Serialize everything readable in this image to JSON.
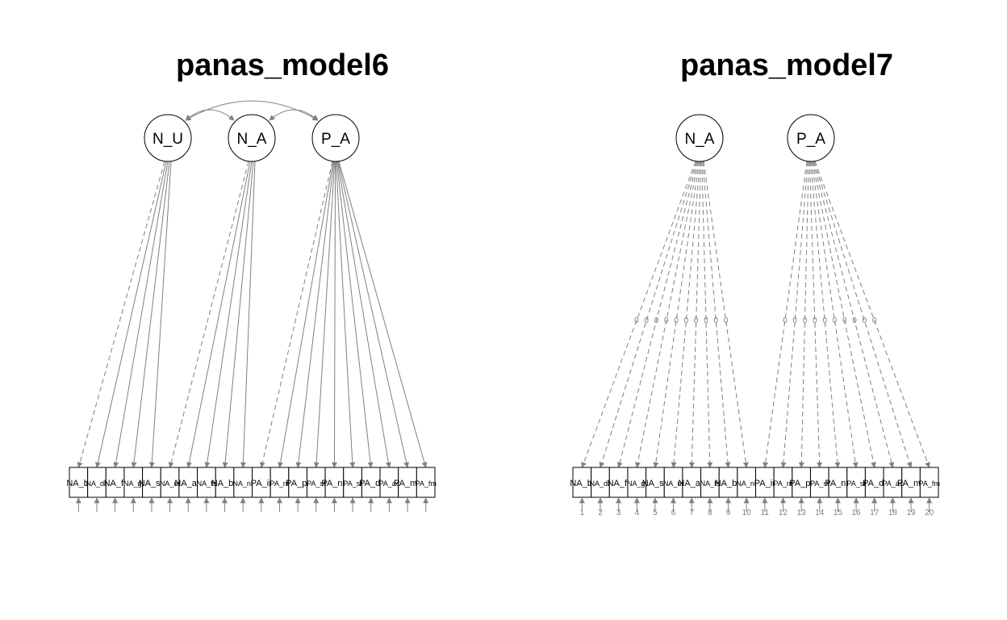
{
  "panels": [
    {
      "title": "panas_model6",
      "latents": [
        "N_U",
        "N_A",
        "P_A"
      ],
      "covariances": [
        [
          "N_U",
          "N_A"
        ],
        [
          "N_A",
          "P_A"
        ],
        [
          "N_U",
          "P_A"
        ]
      ],
      "indicators": [
        {
          "label": "NA_bl",
          "factor": "N_U"
        },
        {
          "label": "NA_ds",
          "factor": "N_U"
        },
        {
          "label": "NA_fr",
          "factor": "N_U"
        },
        {
          "label": "NA_gl",
          "factor": "N_U"
        },
        {
          "label": "NA_ss",
          "factor": "N_U"
        },
        {
          "label": "NA_ur",
          "factor": "N_A"
        },
        {
          "label": "NA_ab",
          "factor": "N_A"
        },
        {
          "label": "NA_fs",
          "factor": "N_A"
        },
        {
          "label": "NA_bh",
          "factor": "N_A"
        },
        {
          "label": "NA_nr",
          "factor": "N_A"
        },
        {
          "label": "PA_ir",
          "factor": "P_A"
        },
        {
          "label": "PA_nt",
          "factor": "P_A"
        },
        {
          "label": "PA_pr",
          "factor": "P_A"
        },
        {
          "label": "PA_st",
          "factor": "P_A"
        },
        {
          "label": "PA_nh",
          "factor": "P_A"
        },
        {
          "label": "PA_st",
          "factor": "P_A"
        },
        {
          "label": "PA_dt",
          "factor": "P_A"
        },
        {
          "label": "PA_ac",
          "factor": "P_A"
        },
        {
          "label": "PA_nw",
          "factor": "P_A"
        },
        {
          "label": "PA_fm",
          "factor": "P_A"
        }
      ],
      "edge_labels": []
    },
    {
      "title": "panas_model7",
      "latents": [
        "N_A",
        "P_A"
      ],
      "covariances": [],
      "indicators": [
        {
          "label": "NA_bl",
          "factor": "N_A"
        },
        {
          "label": "NA_ds",
          "factor": "N_A"
        },
        {
          "label": "NA_fr",
          "factor": "N_A"
        },
        {
          "label": "NA_gl",
          "factor": "N_A"
        },
        {
          "label": "NA_ss",
          "factor": "N_A"
        },
        {
          "label": "NA_ur",
          "factor": "N_A"
        },
        {
          "label": "NA_ab",
          "factor": "N_A"
        },
        {
          "label": "NA_fs",
          "factor": "N_A"
        },
        {
          "label": "NA_bh",
          "factor": "N_A"
        },
        {
          "label": "NA_nr",
          "factor": "N_A"
        },
        {
          "label": "PA_ir",
          "factor": "P_A"
        },
        {
          "label": "PA_nt",
          "factor": "P_A"
        },
        {
          "label": "PA_pr",
          "factor": "P_A"
        },
        {
          "label": "PA_st",
          "factor": "P_A"
        },
        {
          "label": "PA_nh",
          "factor": "P_A"
        },
        {
          "label": "PA_st",
          "factor": "P_A"
        },
        {
          "label": "PA_dt",
          "factor": "P_A"
        },
        {
          "label": "PA_ac",
          "factor": "P_A"
        },
        {
          "label": "PA_nw",
          "factor": "P_A"
        },
        {
          "label": "PA_fm",
          "factor": "P_A"
        }
      ],
      "edge_labels": [
        "0",
        "0",
        "0",
        "0",
        "0",
        "0",
        "0",
        "0",
        "0",
        "0",
        "0",
        "0",
        "0",
        "0",
        "0",
        "0",
        "0",
        "0",
        "0",
        "0"
      ],
      "residual_labels": [
        "1",
        "2",
        "3",
        "4",
        "5",
        "6",
        "7",
        "8",
        "9",
        "10",
        "11",
        "12",
        "13",
        "14",
        "15",
        "16",
        "17",
        "18",
        "19",
        "20"
      ]
    }
  ],
  "colors": {
    "edge": "#808080",
    "node_stroke": "#000000",
    "background": "#ffffff"
  }
}
